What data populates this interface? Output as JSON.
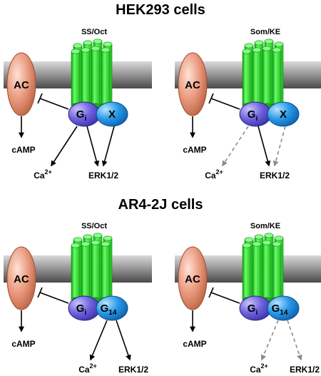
{
  "sections": [
    {
      "title": "HEK293 cells",
      "panels": [
        {
          "label": "SS/Oct",
          "ac": "AC",
          "gi": "G",
          "gi_sub": "i",
          "partner": "X",
          "camp": "cAMP",
          "ca": "Ca",
          "ca_sup": "2+",
          "erk": "ERK1/2"
        },
        {
          "label": "Som/KE",
          "ac": "AC",
          "gi": "G",
          "gi_sub": "i",
          "partner": "X",
          "camp": "cAMP",
          "ca": "Ca",
          "ca_sup": "2+",
          "erk": "ERK1/2"
        }
      ]
    },
    {
      "title": "AR4-2J cells",
      "panels": [
        {
          "label": "SS/Oct",
          "ac": "AC",
          "gi": "G",
          "gi_sub": "i",
          "partner": "G",
          "partner_sub": "14",
          "camp": "cAMP",
          "ca": "Ca",
          "ca_sup": "2+",
          "erk": "ERK1/2"
        },
        {
          "label": "Som/KE",
          "ac": "AC",
          "gi": "G",
          "gi_sub": "i",
          "partner": "G",
          "partner_sub": "14",
          "camp": "cAMP",
          "ca": "Ca",
          "ca_sup": "2+",
          "erk": "ERK1/2"
        }
      ]
    }
  ],
  "colors": {
    "membrane": "#8a8a8a",
    "receptor": "#33ee33",
    "ac": "#e08a6c",
    "gi": "#6a5fd6",
    "partner": "#1f8fe0",
    "arrow_active": "#000000",
    "arrow_inactive": "#8c8c8c"
  }
}
